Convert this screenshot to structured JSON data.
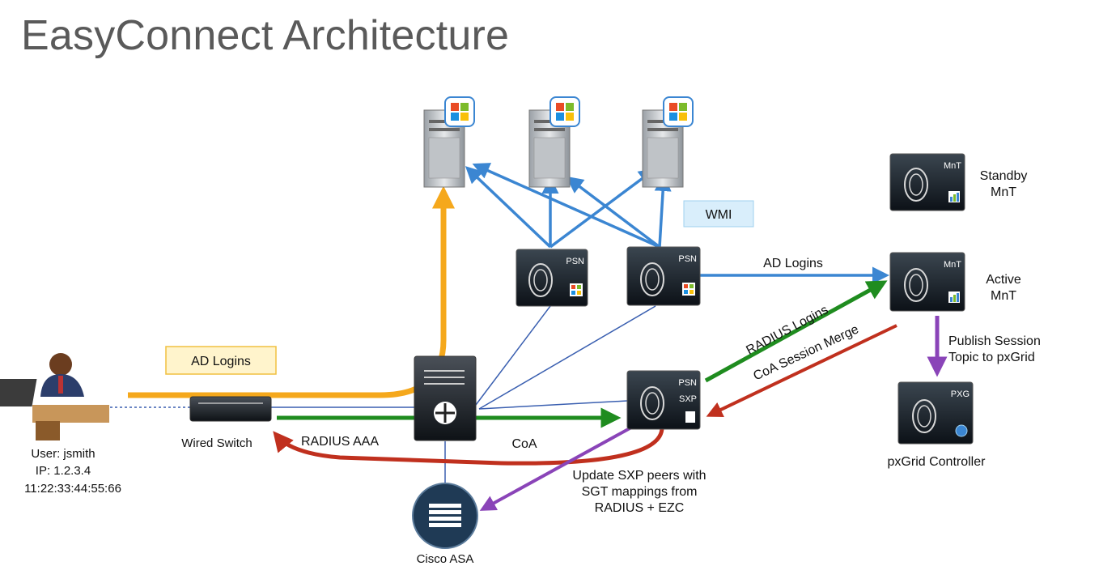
{
  "title": "EasyConnect Architecture",
  "labels": {
    "wmi": "WMI",
    "ad_logins_box": "AD Logins",
    "ad_logins_link": "AD Logins",
    "radius_logins": "RADIUS Logins",
    "coa_session_merge": "CoA Session Merge",
    "radius_aaa": "RADIUS AAA",
    "coa": "CoA",
    "publish_line1": "Publish Session",
    "publish_line2": "Topic to pxGrid",
    "sxp_line1": "Update SXP peers with",
    "sxp_line2": "SGT mappings from",
    "sxp_line3": "RADIUS + EZC"
  },
  "nodes": {
    "user_name": "User: jsmith",
    "user_ip": "IP: 1.2.3.4",
    "user_mac": "11:22:33:44:55:66",
    "wired_switch": "Wired Switch",
    "cisco_asa": "Cisco ASA",
    "standby_mnt_1": "Standby",
    "standby_mnt_2": "MnT",
    "active_mnt_1": "Active",
    "active_mnt_2": "MnT",
    "pxgrid": "pxGrid Controller"
  },
  "badges": {
    "psn": "PSN",
    "sxp": "SXP",
    "mnt": "MnT",
    "pxg": "PXG"
  },
  "colors": {
    "ad_path": "#f5a81c",
    "wmi_links": "#3b86d2",
    "radius": "#1f8c1f",
    "coa": "#c0301e",
    "pxgrid_publish": "#8a44b8",
    "thin_links": "#3a5fb0",
    "wmi_box": "#d9eefb",
    "ad_box": "#fff4cc"
  }
}
